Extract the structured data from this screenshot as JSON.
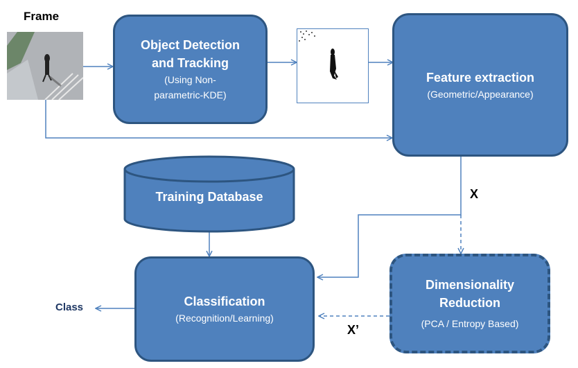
{
  "frame_label": "Frame",
  "detection": {
    "title_1": "Object Detection",
    "title_2": "and Tracking",
    "sub_1": "(Using Non-",
    "sub_2": "parametric-KDE)"
  },
  "feature": {
    "title": "Feature extraction",
    "sub": "(Geometric/Appearance)"
  },
  "database": {
    "title": "Training Database"
  },
  "classification": {
    "title": "Classification",
    "sub": "(Recognition/Learning)"
  },
  "dimred": {
    "title_1": "Dimensionality",
    "title_2": "Reduction",
    "sub": "(PCA / Entropy Based)"
  },
  "x_label": "X",
  "x_prime_label": "X’",
  "class_label": "Class",
  "colors": {
    "box_fill": "#4f81bd",
    "box_border": "#2d5580",
    "arrow": "#4f81bd"
  }
}
